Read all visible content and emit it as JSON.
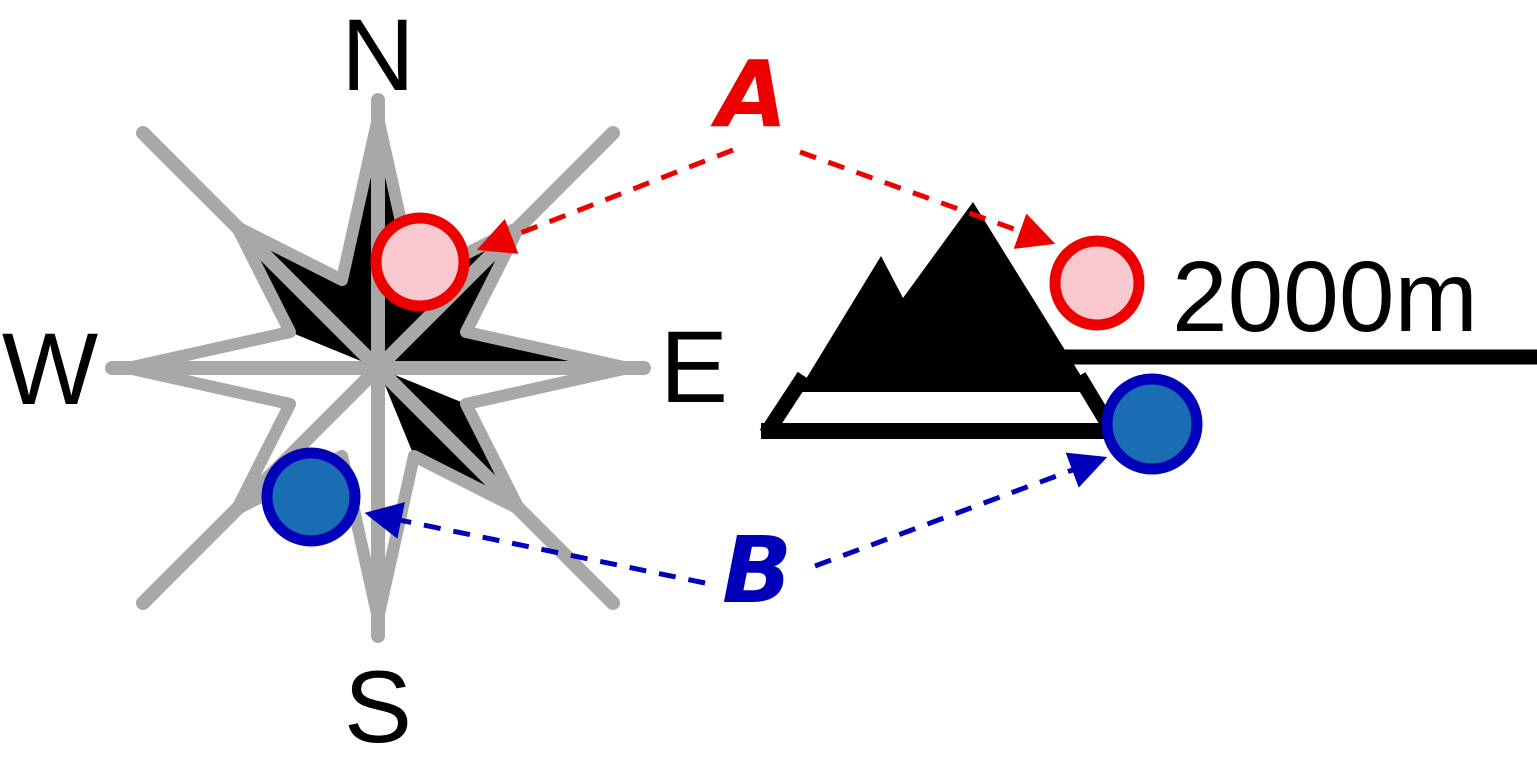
{
  "diagram": {
    "compass": {
      "north_label": "N",
      "east_label": "E",
      "south_label": "S",
      "west_label": "W"
    },
    "mountain": {
      "elevation_label": "2000m"
    },
    "points": {
      "a_label": "A",
      "b_label": "B"
    }
  },
  "colors": {
    "red": "#ee0000",
    "pink_fill": "#f8c8ce",
    "dark_blue": "#0000bb",
    "medium_blue": "#1a6db3",
    "gray": "#a8a8a8",
    "black": "#000000"
  }
}
